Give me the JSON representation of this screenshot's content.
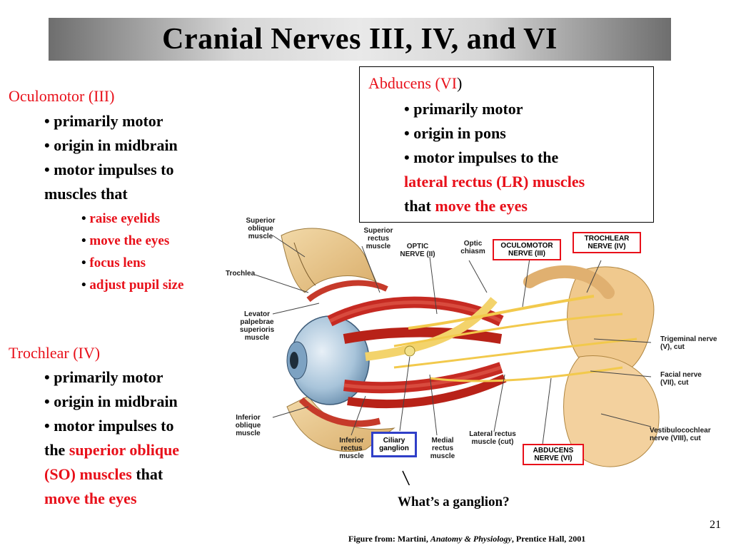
{
  "title": "Cranial Nerves III, IV, and VI",
  "oculomotor": {
    "name": "Oculomotor (III)",
    "b1": "• primarily motor",
    "b2": "• origin in midbrain",
    "b3a": "• motor impulses to",
    "b3b": "muscles that",
    "functions": [
      "raise eyelids",
      "move the eyes",
      "focus lens",
      "adjust pupil size"
    ],
    "dot": "•"
  },
  "trochlear": {
    "name": "Trochlear (IV)",
    "b1": "• primarily motor",
    "b2": "• origin in midbrain",
    "b3a": "• motor impulses to",
    "b3b_plain": "the ",
    "b3b_red": "superior oblique",
    "b3c_red": "(SO) muscles",
    "b3c_plain": " that",
    "b3d_red": "move the eyes"
  },
  "abducens": {
    "name": "Abducens (VI",
    "name_close": ")",
    "b1": "• primarily motor",
    "b2": "• origin in pons",
    "b3a": "• motor impulses to the",
    "b3b_red": "lateral rectus (LR) muscles",
    "b3c_plain": "that ",
    "b3c_red": "move the eyes"
  },
  "figure_labels": {
    "superior_oblique": "Superior oblique muscle",
    "superior_rectus": "Superior rectus muscle",
    "optic_nerve": "OPTIC NERVE (II)",
    "optic_chiasm": "Optic chiasm",
    "oculomotor_nerve": "OCULOMOTOR NERVE (III)",
    "trochlear_nerve": "TROCHLEAR NERVE (IV)",
    "trochlea": "Trochlea",
    "levator": "Levator palpebrae superioris muscle",
    "trigeminal": "Trigeminal nerve (V), cut",
    "facial": "Facial nerve (VII), cut",
    "inferior_oblique": "Inferior oblique muscle",
    "inferior_rectus": "Inferior rectus muscle",
    "ciliary_ganglion": "Ciliary ganglion",
    "medial_rectus": "Medial rectus muscle",
    "lateral_rectus": "Lateral rectus muscle (cut)",
    "abducens_nerve": "ABDUCENS NERVE (VI)",
    "vestibulocochlear": "Vestibulocochlear nerve (VIII), cut"
  },
  "question": "What’s a ganglion?",
  "page_number": "21",
  "credit": {
    "prefix": "Figure from: Martini, ",
    "book": "Anatomy & Physiology",
    "suffix": ", Prentice Hall, 2001"
  },
  "colors": {
    "accent_red": "#e8101a",
    "ganglion_box_blue": "#2f3fc8",
    "title_bar_gray": "#d6d6d6"
  }
}
